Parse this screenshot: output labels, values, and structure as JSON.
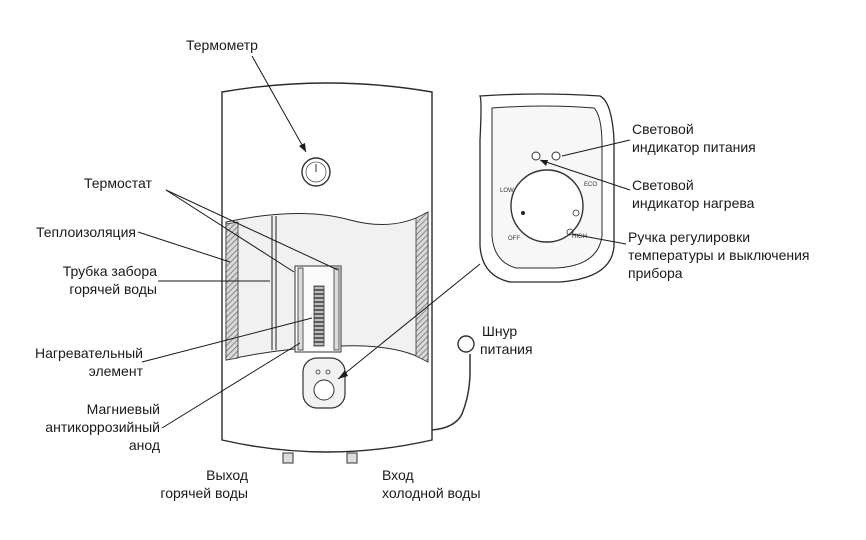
{
  "labels": {
    "thermometer": "Термометр",
    "thermostat": "Термостат",
    "insulation": "Теплоизоляция",
    "hot_pipe_1": "Трубка забора",
    "hot_pipe_2": "горячей воды",
    "heater_1": "Нагревательный",
    "heater_2": "элемент",
    "anode_1": "Магниевый",
    "anode_2": "антикоррозийный",
    "anode_3": "анод",
    "hot_out_1": "Выход",
    "hot_out_2": "горячей воды",
    "cold_in_1": "Вход",
    "cold_in_2": "холодной воды",
    "power_light_1": "Световой",
    "power_light_2": "индикатор питания",
    "heat_light_1": "Световой",
    "heat_light_2": "индикатор нагрева",
    "knob_1": "Ручка регулировки",
    "knob_2": "температуры и выключения",
    "knob_3": "прибора",
    "cord_1": "Шнур",
    "cord_2": "питания"
  },
  "panel_marks": {
    "low": "LOW",
    "eco": "ECO",
    "off": "OFF",
    "high": "HIGH"
  }
}
